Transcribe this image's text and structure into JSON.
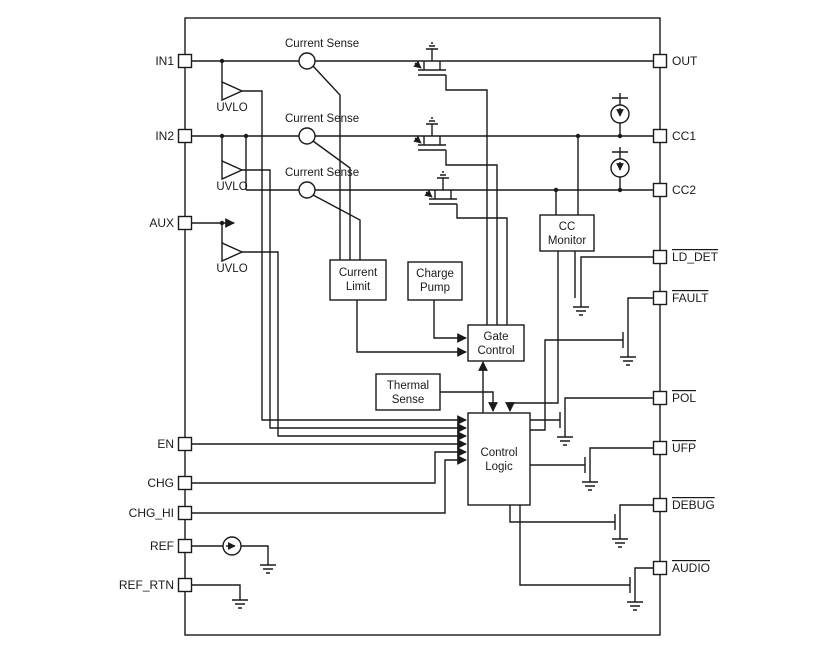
{
  "pins": {
    "left": [
      {
        "label": "IN1"
      },
      {
        "label": "IN2"
      },
      {
        "label": "AUX"
      },
      {
        "label": "EN"
      },
      {
        "label": "CHG"
      },
      {
        "label": "CHG_HI"
      },
      {
        "label": "REF"
      },
      {
        "label": "REF_RTN"
      }
    ],
    "right": [
      {
        "label": "OUT",
        "overline": false
      },
      {
        "label": "CC1",
        "overline": false
      },
      {
        "label": "CC2",
        "overline": false
      },
      {
        "label": "LD_DET",
        "overline": true
      },
      {
        "label": "FAULT",
        "overline": true
      },
      {
        "label": "POL",
        "overline": true
      },
      {
        "label": "UFP",
        "overline": true
      },
      {
        "label": "DEBUG",
        "overline": true
      },
      {
        "label": "AUDIO",
        "overline": true
      }
    ]
  },
  "blocks": {
    "current_limit": {
      "line1": "Current",
      "line2": "Limit"
    },
    "charge_pump": {
      "line1": "Charge",
      "line2": "Pump"
    },
    "gate_control": {
      "line1": "Gate",
      "line2": "Control"
    },
    "thermal_sense": {
      "line1": "Thermal",
      "line2": "Sense"
    },
    "control_logic": {
      "line1": "Control",
      "line2": "Logic"
    },
    "cc_monitor": {
      "line1": "CC",
      "line2": "Monitor"
    }
  },
  "annotations": {
    "current_sense": "Current Sense",
    "uvlo": "UVLO"
  },
  "colors": {
    "line": "#1a1a1a",
    "background": "#ffffff"
  }
}
